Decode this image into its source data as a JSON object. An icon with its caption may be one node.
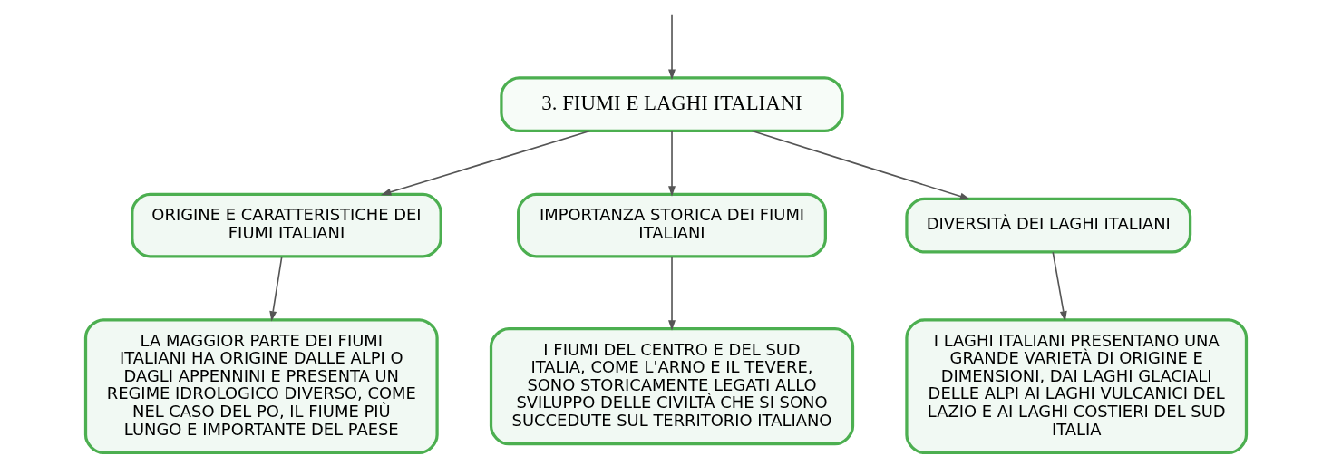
{
  "diagram": {
    "nodes": [
      {
        "text": [
          "3. FIUMI E LAGHI ITALIANI"
        ]
      },
      {
        "text": [
          "ORIGINE E CARATTERISTICHE DEI FIUMI ITALIANI"
        ]
      },
      {
        "text": [
          "IMPORTANZA STORICA DEI FIUMI ITALIANI"
        ]
      },
      {
        "text": [
          "DIVERSITÀ DEI LAGHI ITALIANI"
        ]
      },
      {
        "text": [
          "LA MAGGIOR PARTE DEI FIUMI ITALIANI HA ORIGINE DALLE ALPI O DAGLI APPENNINI E PRESENTA UN REGIME IDROLOGICO DIVERSO, COME NEL CASO DEL PO, IL FIUME PIÙ LUNGO E IMPORTANTE DEL PAESE"
        ]
      },
      {
        "text": [
          "I FIUMI DEL CENTRO E DEL SUD ITALIA, COME L'ARNO E IL TEVERE, SONO STORICAMENTE LEGATI ALLO SVILUPPO DELLE CIVILTÀ CHE SI SONO SUCCEDUTE SUL TERRITORIO ITALIANO"
        ]
      },
      {
        "text": [
          "I LAGHI ITALIANI PRESENTANO UNA GRANDE VARIETÀ DI ORIGINE E DIMENSIONI, DAI LAGHI GLACIALI DELLE ALPI AI LAGHI VULCANICI DEL LAZIO E AI LAGHI COSTIERI DEL SUD ITALIA"
        ]
      }
    ],
    "edges": [
      {
        "from": null,
        "to": 0,
        "arrow": "to"
      },
      {
        "from": 0,
        "to": 1,
        "arrow": "to"
      },
      {
        "from": 0,
        "to": 2,
        "arrow": "to"
      },
      {
        "from": 0,
        "to": 3,
        "arrow": "to"
      },
      {
        "from": 1,
        "to": 4,
        "arrow": "to"
      },
      {
        "from": 2,
        "to": 5,
        "arrow": "to"
      },
      {
        "from": 3,
        "to": 6,
        "arrow": "to"
      }
    ]
  }
}
